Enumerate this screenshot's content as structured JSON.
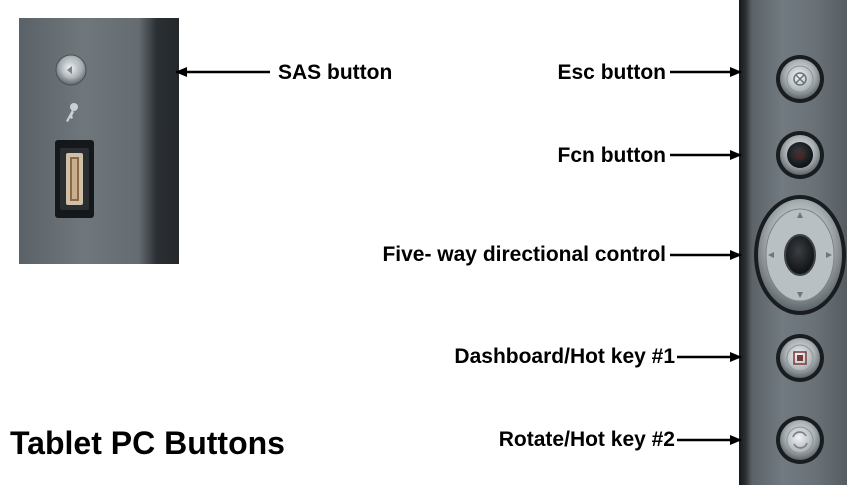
{
  "title": "Tablet PC Buttons",
  "callouts": {
    "sas": "SAS button",
    "esc": "Esc button",
    "fcn": "Fcn button",
    "five_way": "Five- way directional control",
    "dashboard": "Dashboard/Hot key #1",
    "rotate": "Rotate/Hot key #2"
  },
  "icons": {
    "sas": "sas-button-icon",
    "key": "key-icon",
    "fingerprint": "fingerprint-reader-icon",
    "esc": "esc-button-icon",
    "fcn": "fcn-button-icon",
    "five_way": "directional-pad-icon",
    "dashboard": "dashboard-button-icon",
    "rotate": "rotate-button-icon"
  },
  "colors": {
    "device_gray": "#6d757a",
    "device_dark": "#24282b",
    "text": "#000000"
  }
}
